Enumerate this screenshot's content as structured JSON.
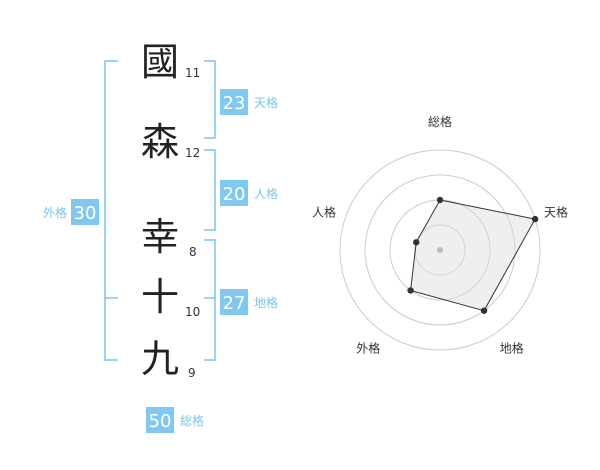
{
  "characters": [
    {
      "char": "國",
      "strokes": "11"
    },
    {
      "char": "森",
      "strokes": "12"
    },
    {
      "char": "幸",
      "strokes": "8"
    },
    {
      "char": "十",
      "strokes": "10"
    },
    {
      "char": "九",
      "strokes": "9"
    }
  ],
  "kaku": {
    "ten": {
      "label": "天格",
      "value": "23"
    },
    "jin": {
      "label": "人格",
      "value": "20"
    },
    "chi": {
      "label": "地格",
      "value": "27"
    },
    "gai": {
      "label": "外格",
      "value": "30"
    },
    "sou": {
      "label": "総格",
      "value": "50"
    }
  },
  "colors": {
    "accent": "#7cc4ef",
    "badge": "#80c8f0"
  },
  "chart_data": {
    "type": "radar",
    "axes": [
      "総格",
      "天格",
      "地格",
      "外格",
      "人格"
    ],
    "rings": 4,
    "max": 4,
    "values": [
      2,
      4,
      3,
      2,
      1
    ]
  }
}
